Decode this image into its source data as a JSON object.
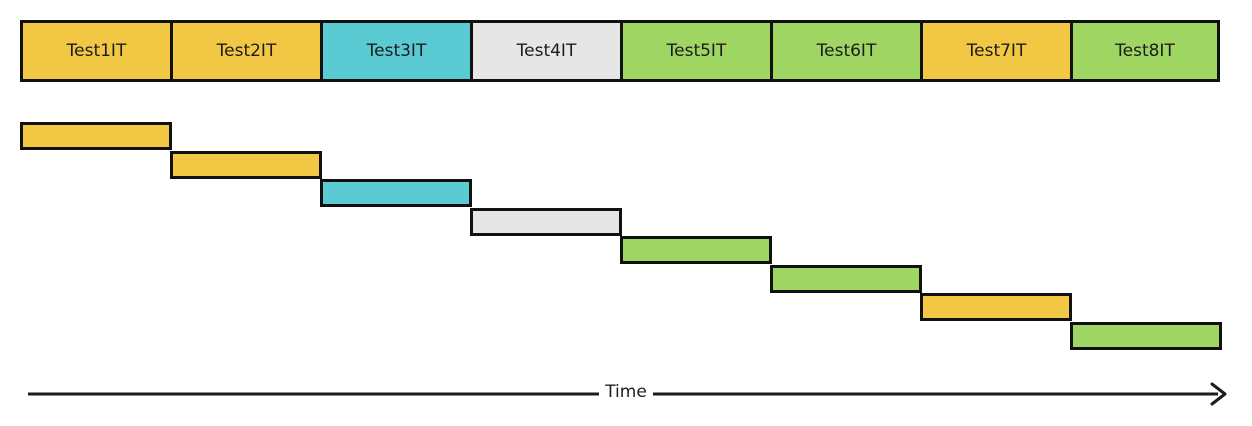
{
  "legend_row": [
    {
      "label": "Test1IT",
      "color": "#f2c744"
    },
    {
      "label": "Test2IT",
      "color": "#f2c744"
    },
    {
      "label": "Test3IT",
      "color": "#5bcbd3"
    },
    {
      "label": "Test4IT",
      "color": "#e6e6e6"
    },
    {
      "label": "Test5IT",
      "color": "#9fd563"
    },
    {
      "label": "Test6IT",
      "color": "#9fd563"
    },
    {
      "label": "Test7IT",
      "color": "#f2c744"
    },
    {
      "label": "Test8IT",
      "color": "#9fd563"
    }
  ],
  "axis": {
    "label": "Time",
    "color": "#1c1c1c"
  }
}
